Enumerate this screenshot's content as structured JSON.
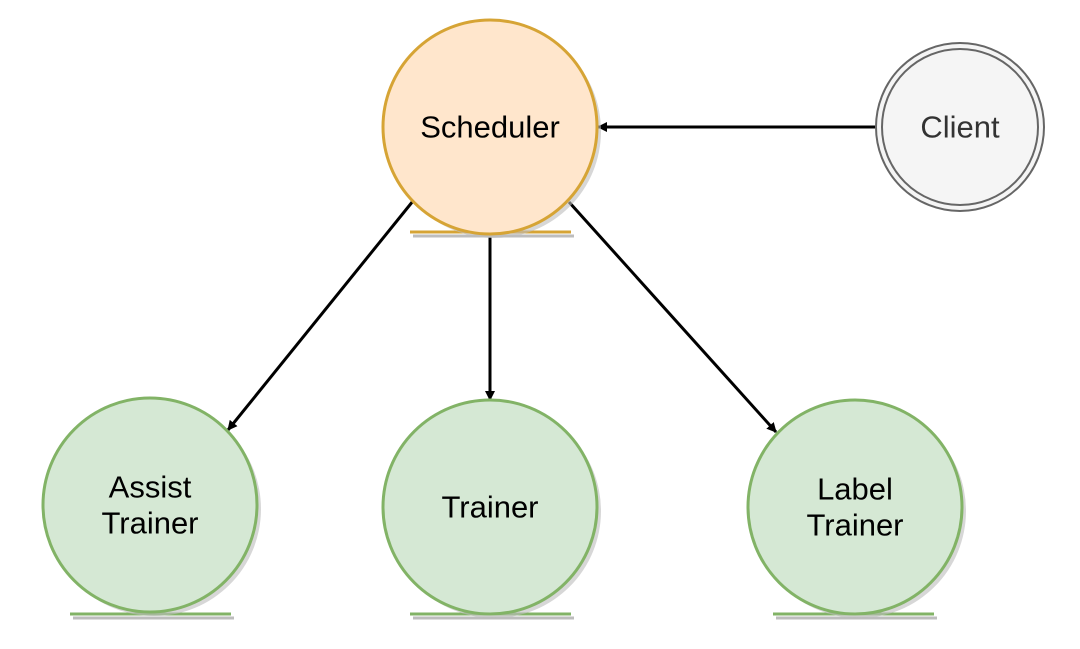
{
  "diagram": {
    "nodes": [
      {
        "id": "scheduler",
        "lines": [
          "Scheduler"
        ]
      },
      {
        "id": "client",
        "lines": [
          "Client"
        ]
      },
      {
        "id": "assist_trainer",
        "lines": [
          "Assist",
          "Trainer"
        ]
      },
      {
        "id": "trainer",
        "lines": [
          "Trainer"
        ]
      },
      {
        "id": "label_trainer",
        "lines": [
          "Label",
          "Trainer"
        ]
      }
    ],
    "edges": [
      {
        "from": "client",
        "to": "scheduler"
      },
      {
        "from": "scheduler",
        "to": "assist_trainer"
      },
      {
        "from": "scheduler",
        "to": "trainer"
      },
      {
        "from": "scheduler",
        "to": "label_trainer"
      }
    ],
    "colors": {
      "scheduler_fill": "#ffe6cc",
      "scheduler_stroke": "#d6a435",
      "trainer_fill": "#d5e8d4",
      "trainer_stroke": "#82b366",
      "client_fill": "#f5f5f5",
      "client_stroke": "#666666",
      "edge": "#000000",
      "shadow": "#bdbdbd"
    }
  }
}
